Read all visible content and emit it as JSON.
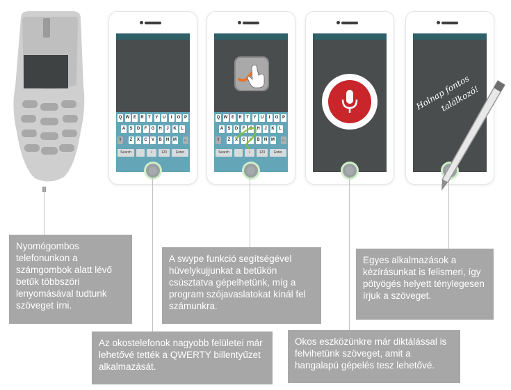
{
  "keyboard": {
    "row1": [
      "Q",
      "W",
      "E",
      "R",
      "T",
      "Y",
      "U",
      "I",
      "O",
      "P"
    ],
    "row2": [
      "A",
      "S",
      "D",
      "F",
      "G",
      "H",
      "J",
      "K",
      "L"
    ],
    "row3": [
      "Z",
      "X",
      "C",
      "V",
      "B",
      "N",
      "M"
    ],
    "shift": "⇧",
    "backspace": "←",
    "search": "Search",
    "dot": ".",
    "slash": "/",
    "num": "123",
    "enter": "Enter"
  },
  "handwriting": [
    "Holnap fontos",
    "találkozó!"
  ],
  "captions": {
    "keypad": "Nyomógombos telefonunkon a számgombok alatt lévő betűk többszöri lenyomásával tudtunk szöveget írni.",
    "qwerty": "Az okostelefonok nagyobb felületei már lehetővé tették a QWERTY billentyűzet alkalmazását.",
    "swype": "A swype funkció segítségével hüvelykujjunkat a betűkön csúsztatva gépelhetünk, míg a program szójavaslatokat kínál fel számunkra.",
    "voice": "Okos eszközünkre már diktálással is felvihetünk szöveget, amit a hangalapú gépelés tesz lehetővé.",
    "handwriting": "Egyes alkalmazások a kézírásunkat is felismeri, így pötyögés helyett ténylegesen írjuk a szöveget."
  },
  "colors": {
    "phone_screen": "#4a4d4e",
    "topbar": "#2f5f67",
    "keyboard": "#64a6b8",
    "caption_box": "#a7a7a8",
    "mic": "#c8262b",
    "swype_accent": "#e9732a"
  }
}
